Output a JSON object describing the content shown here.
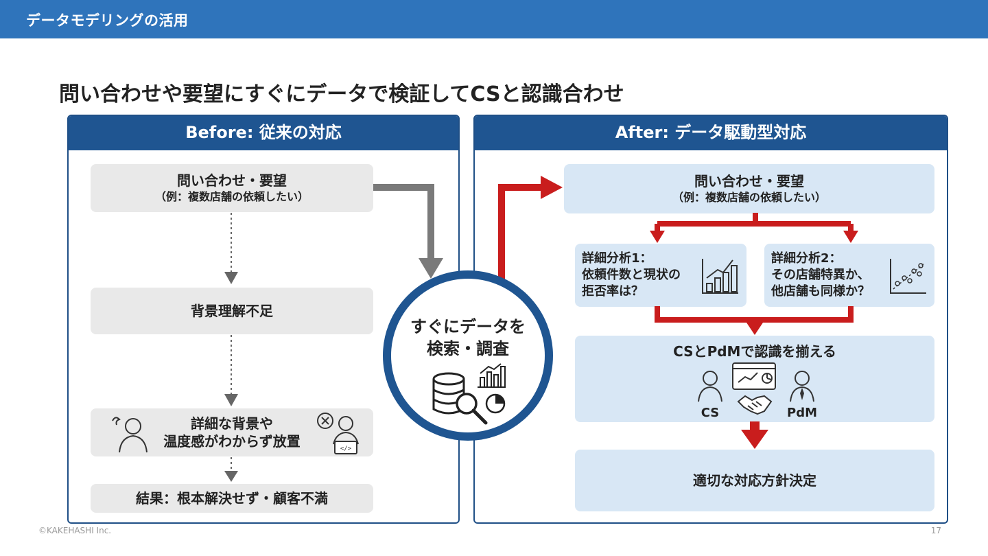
{
  "header": {
    "title": "データモデリングの活用"
  },
  "slide": {
    "title": "問い合わせや要望にすぐにデータで検証してCSと認識合わせ"
  },
  "before": {
    "heading": "Before: 従来の対応",
    "inquiry_line1": "問い合わせ・要望",
    "inquiry_line2": "（例：複数店舗の依頼したい）",
    "step2": "背景理解不足",
    "step3_line1": "詳細な背景や",
    "step3_line2": "温度感がわからず放置",
    "result": "結果：根本解決せず・顧客不満"
  },
  "center": {
    "line1": "すぐにデータを",
    "line2": "検索・調査"
  },
  "after": {
    "heading": "After: データ駆動型対応",
    "inquiry_line1": "問い合わせ・要望",
    "inquiry_line2": "（例：複数店舗の依頼したい）",
    "analysis1_line1": "詳細分析1：",
    "analysis1_line2": "依頼件数と現状の",
    "analysis1_line3": "拒否率は？",
    "analysis2_line1": "詳細分析2：",
    "analysis2_line2": "その店舗特異か、",
    "analysis2_line3": "他店舗も同様か？",
    "align_title": "CSとPdMで認識を揃える",
    "cs_label": "CS",
    "pdm_label": "PdM",
    "decision": "適切な対応方針決定"
  },
  "footer": {
    "copyright": "©KAKEHASHI Inc.",
    "page": "17"
  },
  "colors": {
    "topbar": "#2f74bb",
    "panel_header": "#1f5591",
    "red_arrow": "#c91d1d",
    "grey_arrow": "#7a7a7a"
  }
}
